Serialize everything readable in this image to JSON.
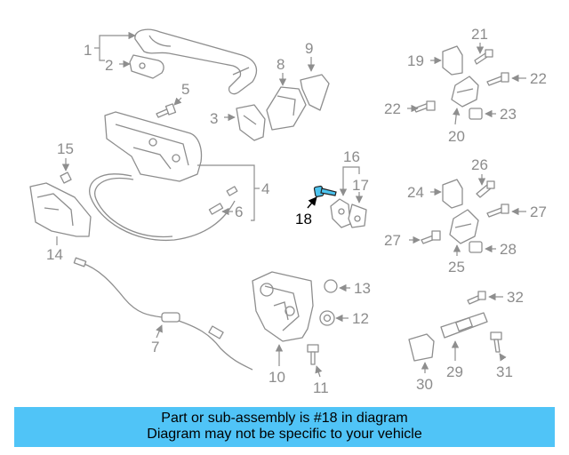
{
  "diagram": {
    "callouts": [
      "1",
      "2",
      "3",
      "4",
      "5",
      "6",
      "7",
      "8",
      "9",
      "10",
      "11",
      "12",
      "13",
      "14",
      "15",
      "16",
      "17",
      "18",
      "19",
      "20",
      "21",
      "22",
      "22",
      "23",
      "24",
      "25",
      "26",
      "27",
      "27",
      "28",
      "29",
      "30",
      "31",
      "32"
    ],
    "highlighted_part": "18",
    "colors": {
      "highlight": "#4cc4ef",
      "banner": "#50c4f7",
      "linework": "#8e8e8e"
    }
  },
  "banner": {
    "line1": "Part or sub-assembly is #18 in diagram",
    "line2": "Diagram may not be specific to your vehicle"
  }
}
